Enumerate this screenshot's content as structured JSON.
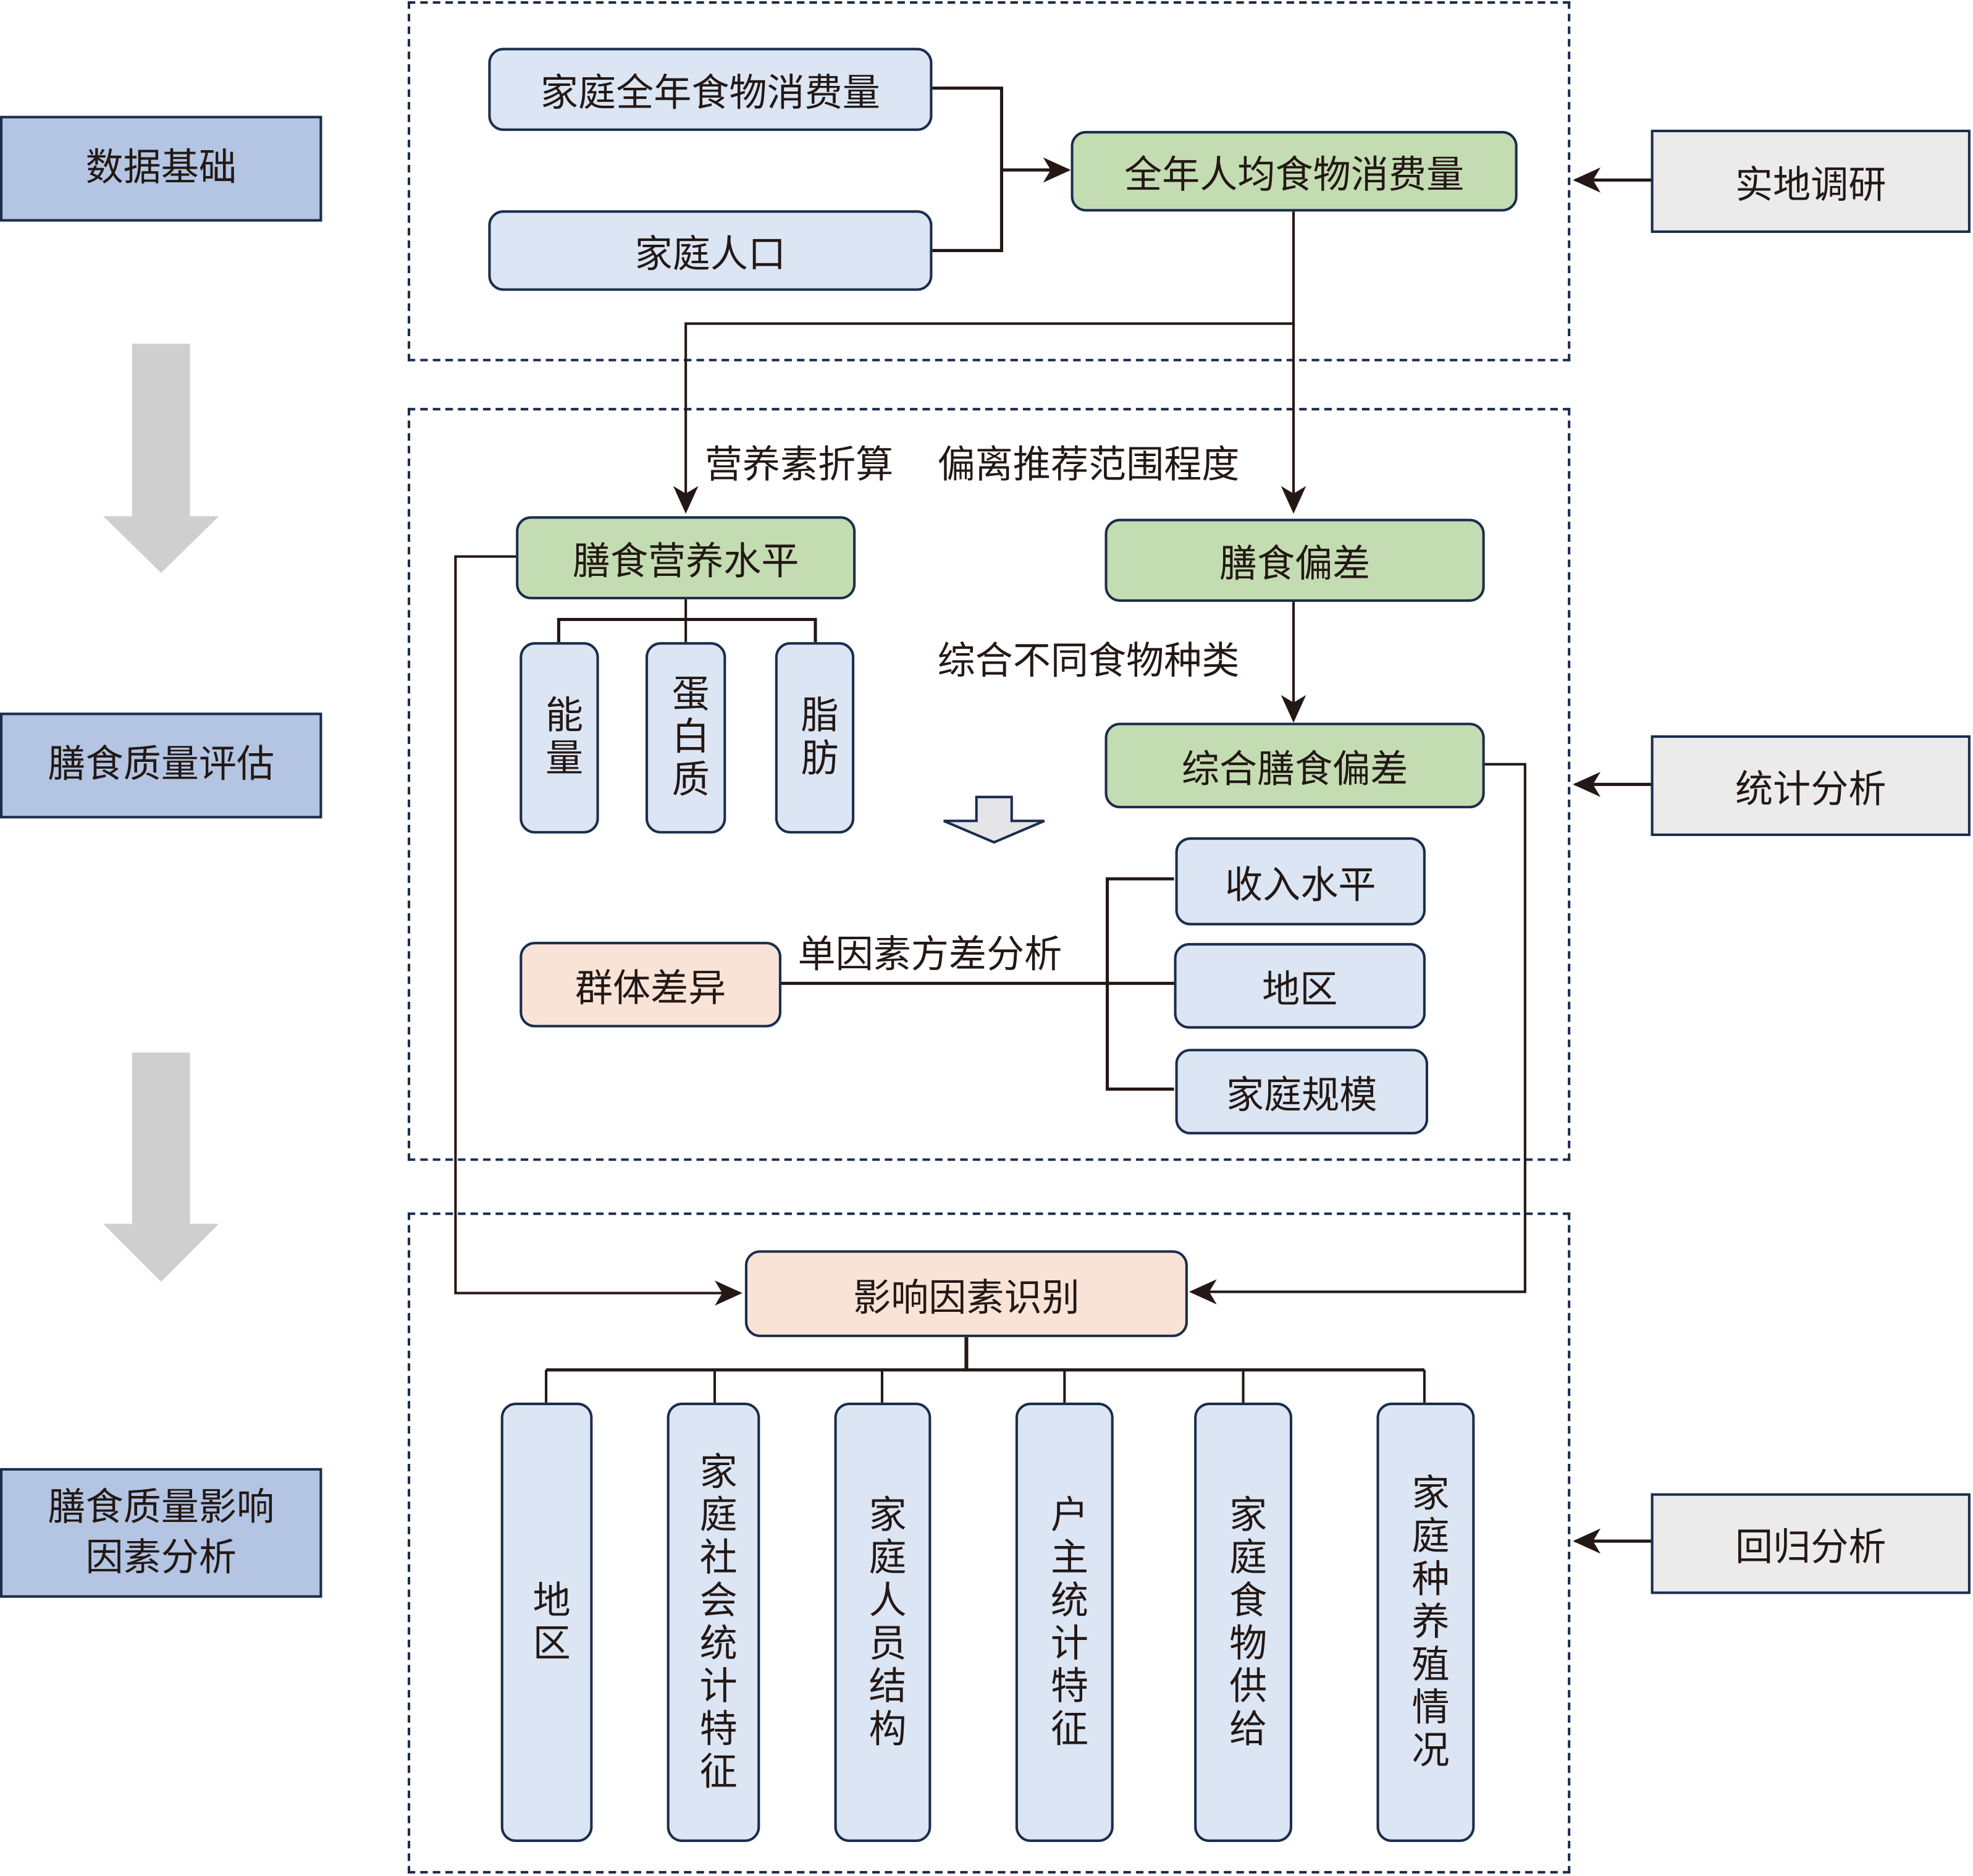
{
  "stages": [
    {
      "label": "数据基础"
    },
    {
      "label": "膳食质量评估"
    },
    {
      "label": "膳食质量影响因素分析"
    }
  ],
  "methods": [
    {
      "label": "实地调研"
    },
    {
      "label": "统计分析"
    },
    {
      "label": "回归分析"
    }
  ],
  "section1": {
    "household_food": "家庭全年食物消费量",
    "household_pop": "家庭人口",
    "per_capita": "全年人均食物消费量"
  },
  "section2": {
    "edge_nutrient_conversion": "营养素折算",
    "edge_deviation_degree": "偏离推荐范围程度",
    "nutrition_level": "膳食营养水平",
    "nutrients": [
      "能量",
      "蛋白质",
      "脂肪"
    ],
    "diet_deviation": "膳食偏差",
    "edge_combine": "综合不同食物种类",
    "combined_deviation": "综合膳食偏差",
    "group_diff": "群体差异",
    "edge_anova": "单因素方差分析",
    "groups": [
      "收入水平",
      "地区",
      "家庭规模"
    ]
  },
  "section3": {
    "factor_id": "影响因素识别",
    "factors": [
      "地区",
      "家庭社会统计特征",
      "家庭人员结构",
      "户主统计特征",
      "家庭食物供给",
      "家庭种养殖情况"
    ]
  },
  "colors": {
    "stage_fill": "#b3c5e2",
    "method_fill": "#ebebeb",
    "blue_box": "#dbe5f3",
    "green_box": "#c4dcb1",
    "peach_box": "#f8e3d6",
    "border": "#1b2d4d",
    "flow_arrow": "#cfcfd0"
  }
}
